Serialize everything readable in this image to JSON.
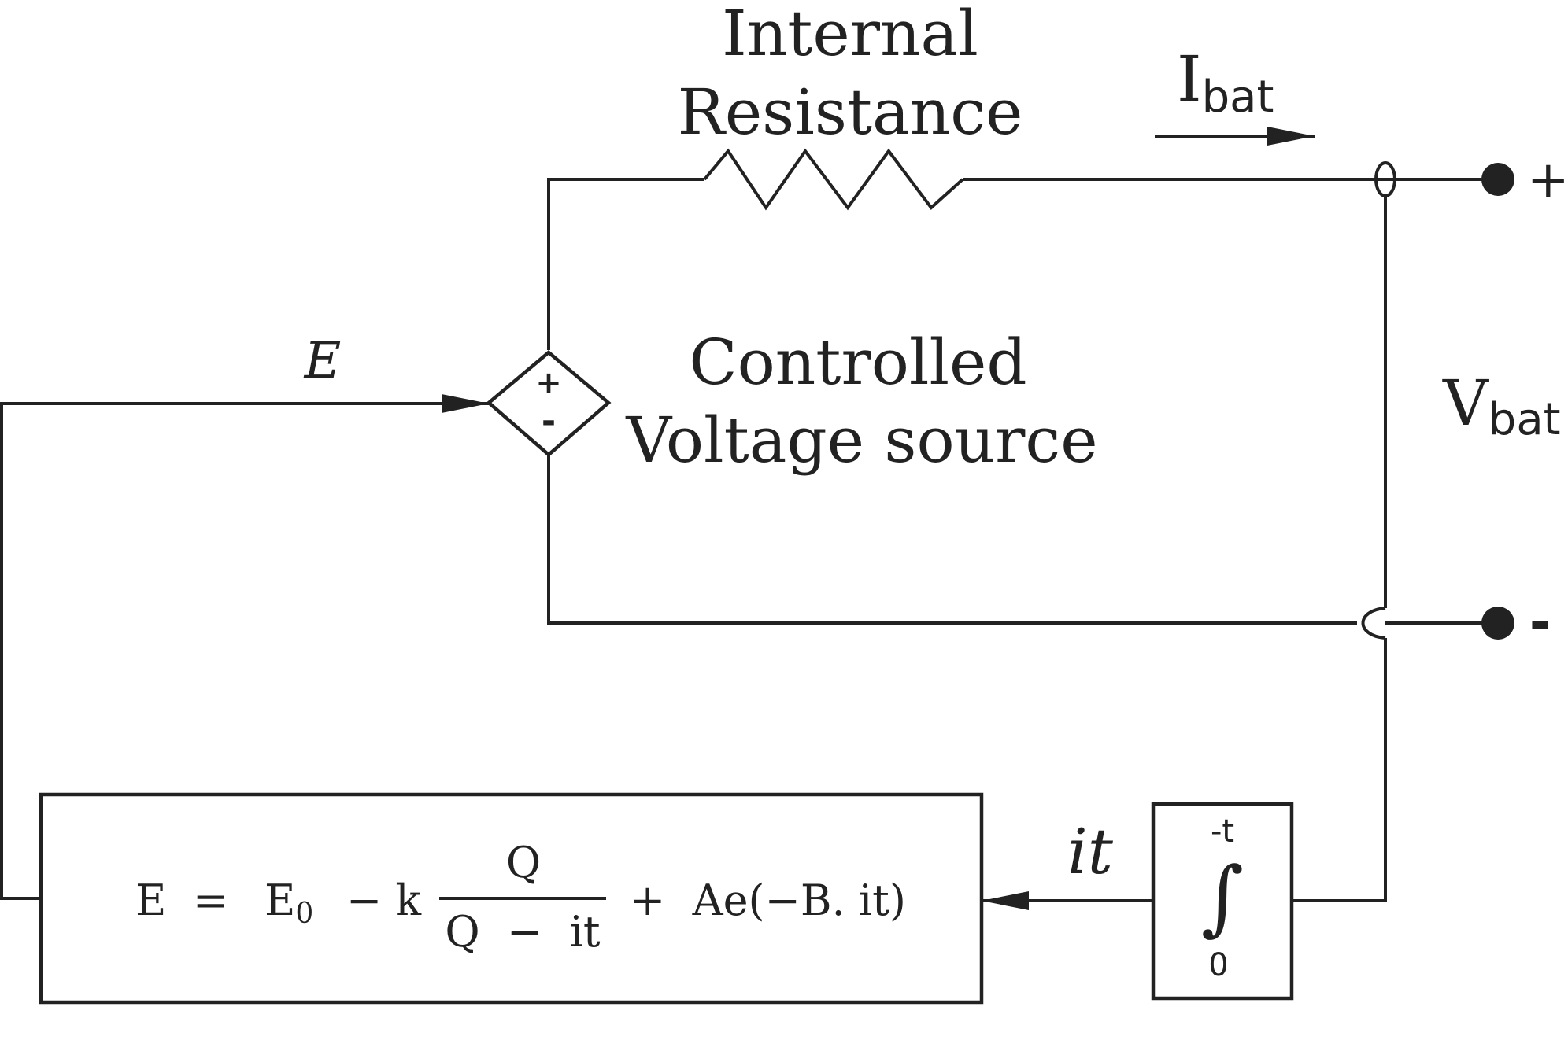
{
  "colors": {
    "ink": "#222222",
    "background": "#ffffff"
  },
  "labels": {
    "internal_resistance_line1": "Internal",
    "internal_resistance_line2": "Resistance",
    "current_main": "I",
    "current_sub": "bat",
    "terminal_plus": "+",
    "terminal_minus": "-",
    "source_label_line1": "Controlled",
    "source_label_line2": "Voltage source",
    "source_plus": "+",
    "source_minus": "-",
    "voltage_main": "V",
    "voltage_sub": "bat",
    "e_signal": "E",
    "it_signal": "it",
    "integrator_upper": "-t",
    "integrator_symbol": "∫",
    "integrator_lower": "0"
  },
  "equation": {
    "lhs": "E",
    "equals": "=",
    "e0_main": "E",
    "e0_sub": "0",
    "minus_k": "− k",
    "fraction_numerator": "Q",
    "fraction_denominator": "Q  −  it",
    "exp_term": "+  Ae(−B. it)"
  }
}
